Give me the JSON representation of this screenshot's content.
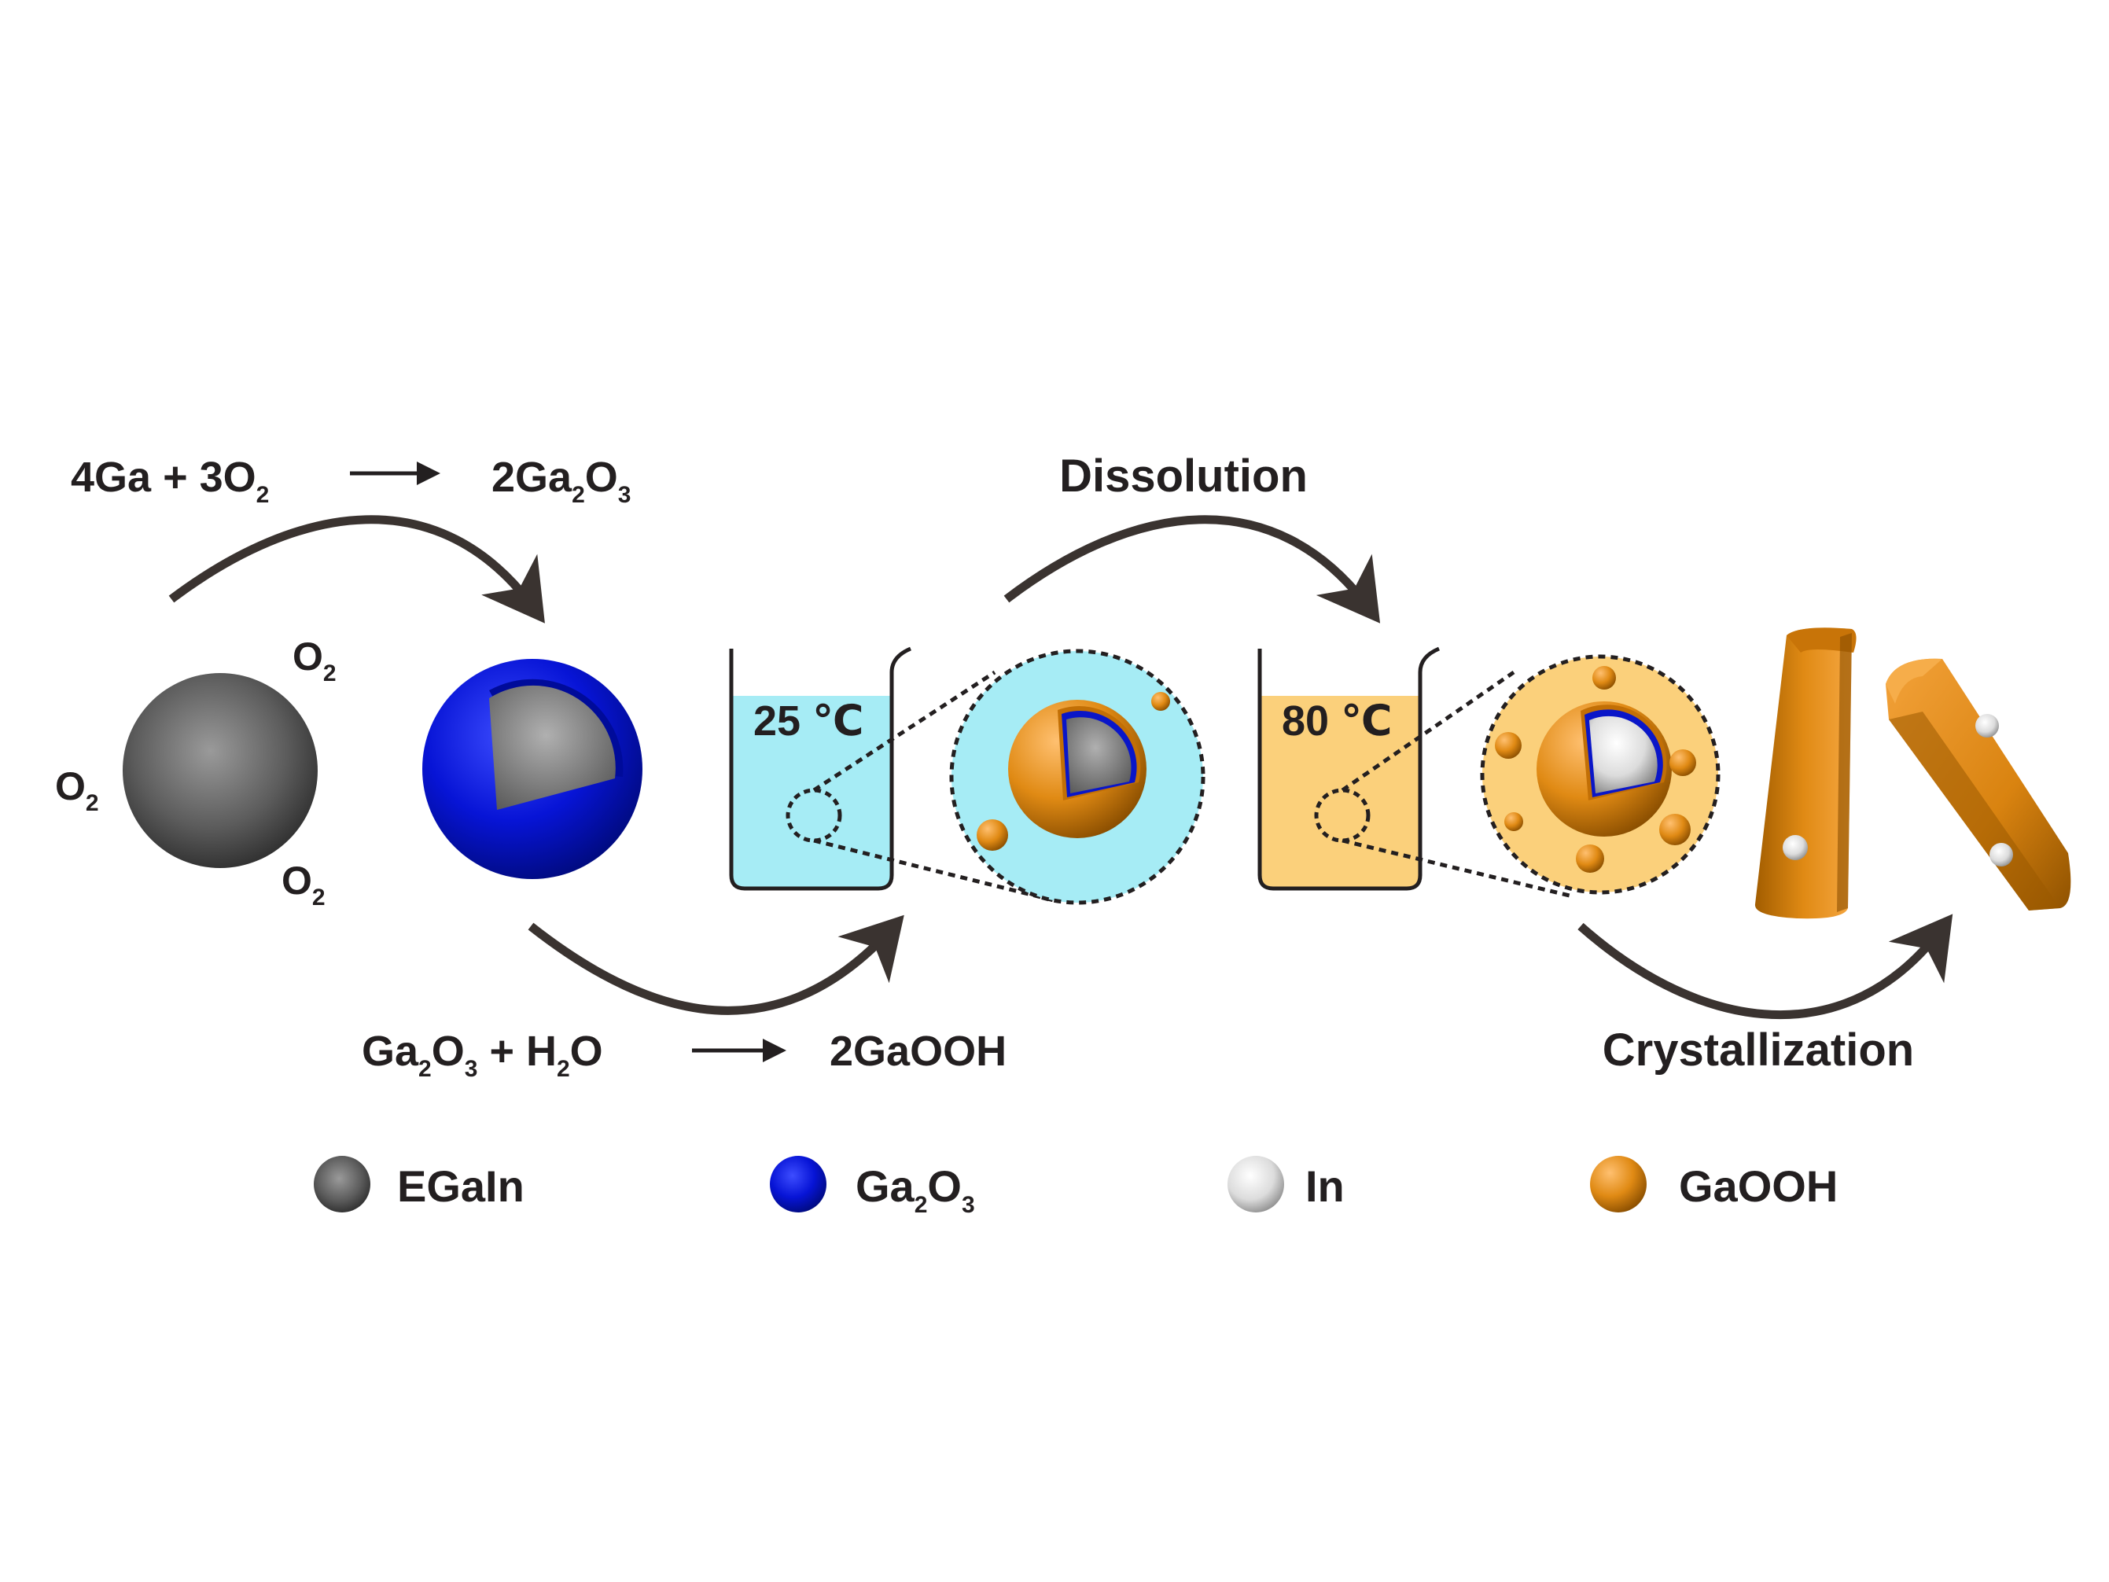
{
  "equations": {
    "oxidation": {
      "lhs_a": "4Ga + 3O",
      "lhs_sub": "2",
      "rhs_a": "2Ga",
      "rhs_sub1": "2",
      "rhs_b": "O",
      "rhs_sub2": "3"
    },
    "hydration": {
      "lhs_a": "Ga",
      "lhs_sub1": "2",
      "lhs_b": "O",
      "lhs_sub2": "3",
      "lhs_c": " + H",
      "lhs_sub3": "2",
      "lhs_d": "O",
      "rhs": "2GaOOH"
    }
  },
  "oxygen_labels": [
    {
      "base": "O",
      "sub": "2"
    },
    {
      "base": "O",
      "sub": "2"
    },
    {
      "base": "O",
      "sub": "2"
    }
  ],
  "steps": {
    "dissolution": "Dissolution",
    "crystallization": "Crystallization"
  },
  "beakers": [
    {
      "temperature": "25 ℃",
      "fill_color": "#a6ecf5"
    },
    {
      "temperature": "80 ℃",
      "fill_color": "#fbd07b"
    }
  ],
  "legend": [
    {
      "label": "EGaIn",
      "sub": "",
      "label_tail": "",
      "color": "#5a5a5a"
    },
    {
      "label": "Ga",
      "sub": "2",
      "label_tail": "O",
      "sub2": "3",
      "color": "#0a16c8"
    },
    {
      "label": "In",
      "sub": "",
      "label_tail": "",
      "color": "#e6e6e6"
    },
    {
      "label": "GaOOH",
      "sub": "",
      "label_tail": "",
      "color": "#e08a14"
    }
  ],
  "colors": {
    "egain": "#5a5a5a",
    "ga2o3": "#0a16c8",
    "indium": "#e6e6e6",
    "gaooh": "#e08a14",
    "arrow": "#3a3330"
  }
}
